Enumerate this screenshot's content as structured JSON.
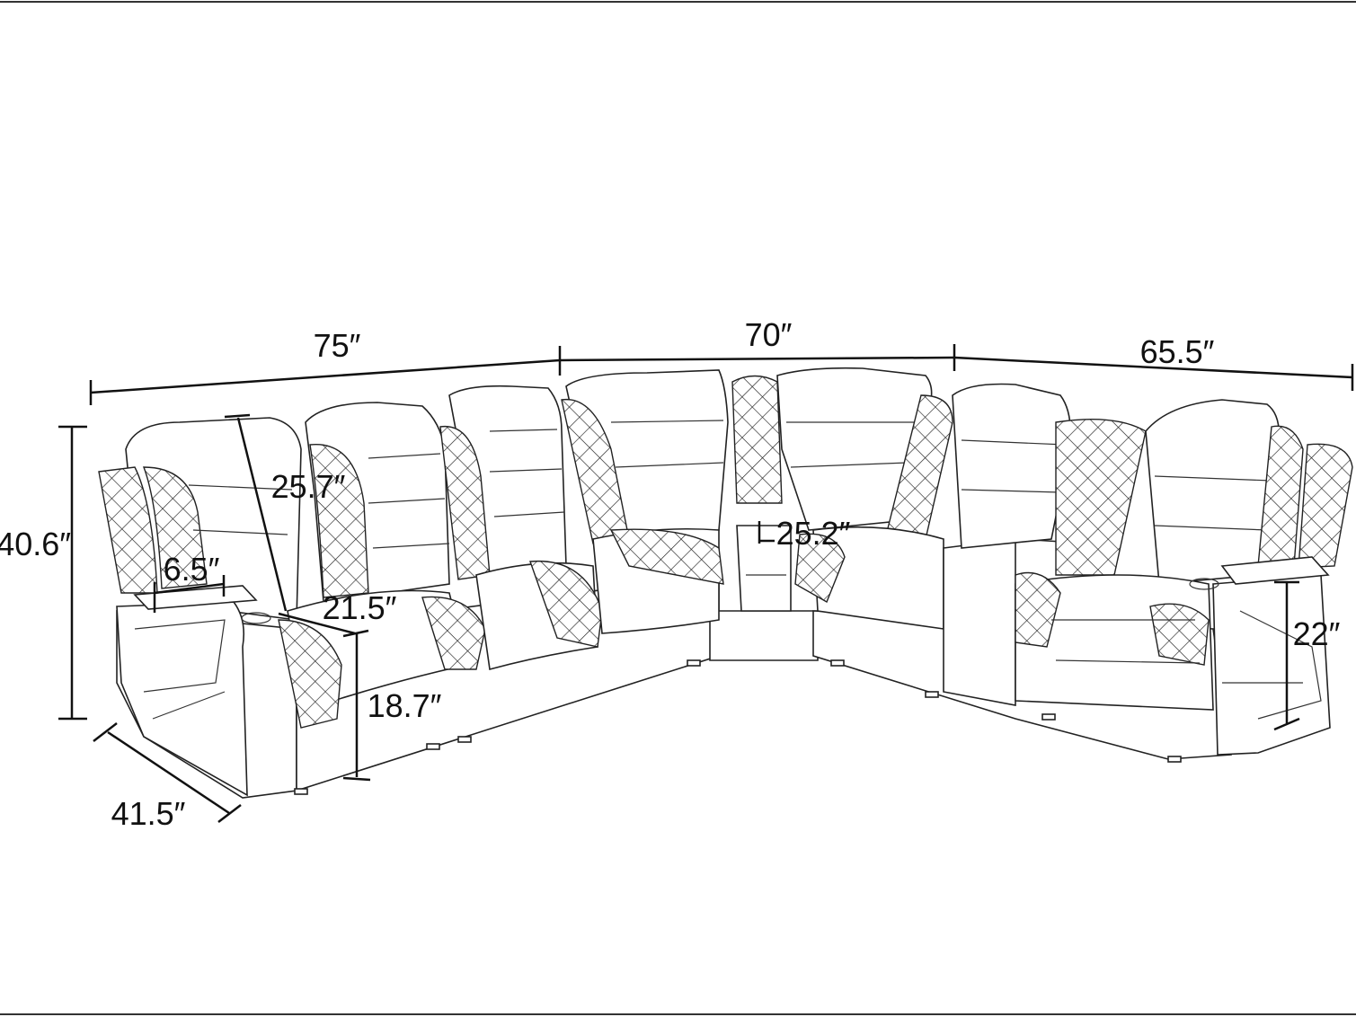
{
  "title": "Sectional sofa dimensions",
  "colors": {
    "line": "#111111",
    "background": "#ffffff"
  },
  "dimensions": {
    "left_width": "75″",
    "center_width": "70″",
    "right_width": "65.5″",
    "overall_height": "40.6″",
    "backrest_height": "25.7″",
    "armrest_width": "6.5″",
    "seat_width": "21.5″",
    "seat_height": "18.7″",
    "depth": "41.5″",
    "corner_seat_width": "25.2″",
    "arm_height": "22″"
  }
}
